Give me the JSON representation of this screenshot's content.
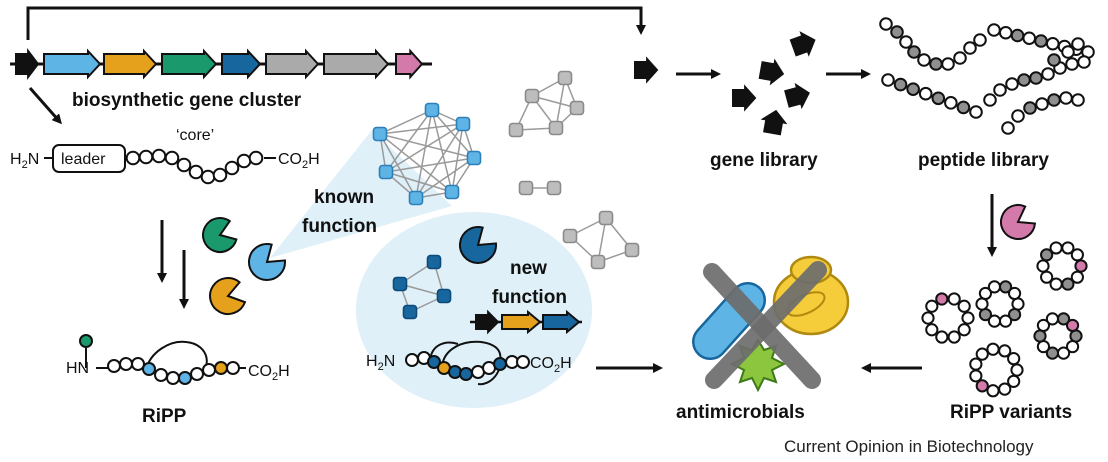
{
  "labels": {
    "cluster": "biosynthetic gene cluster",
    "core": "‘core’",
    "leader": "leader",
    "h2n": "H",
    "h2n_sub": "2",
    "h2n_end": "N",
    "co2h": "CO",
    "co2h_sub": "2",
    "co2h_end": "H",
    "hn": "HN",
    "known_1": "known",
    "known_2": "function",
    "new_1": "new",
    "new_2": "function",
    "ripp": "RiPP",
    "gene_library": "gene library",
    "peptide_library": "peptide library",
    "ripp_variants": "RiPP variants",
    "antimicrobials": "antimicrobials",
    "credit": "Current Opinion in Biotechnology"
  },
  "colors": {
    "black": "#111111",
    "light_blue": "#5fb4e6",
    "orange": "#e6a11c",
    "green": "#1a9a6c",
    "dark_blue": "#17679e",
    "gray": "#aaaaaa",
    "pink": "#d47aab",
    "bubble": "#dff0f9",
    "yellow": "#f5cc3a",
    "cross": "#6d6d6d"
  },
  "icons": [
    "gene-arrow",
    "protease-pacman",
    "network-node",
    "bacterium",
    "yeast",
    "lysis-burst"
  ]
}
